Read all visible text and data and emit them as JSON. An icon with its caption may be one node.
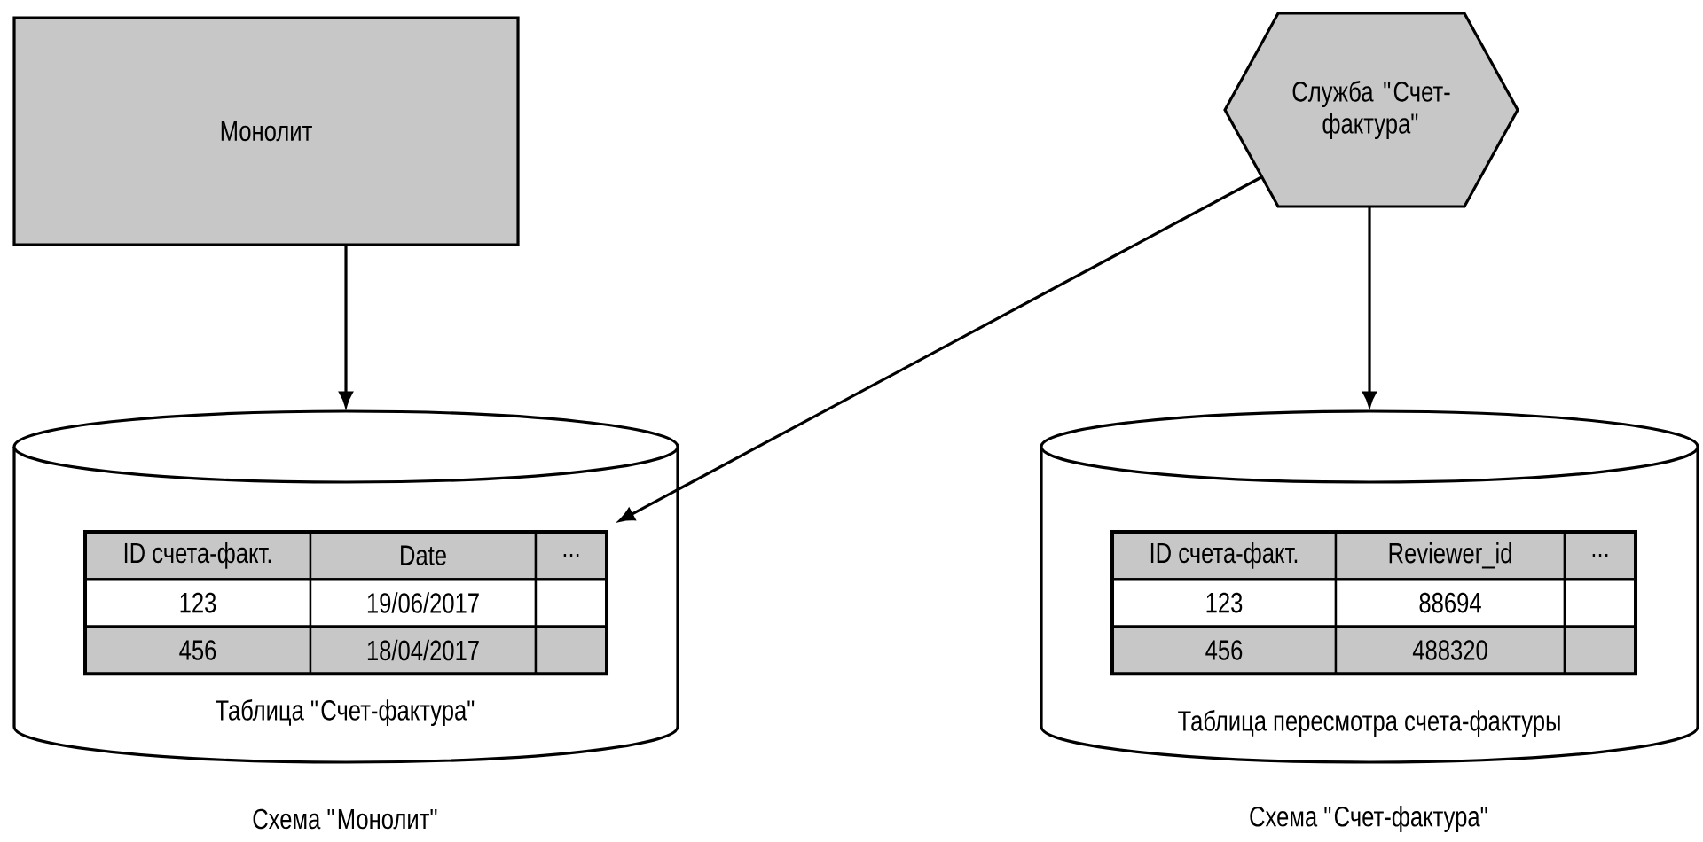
{
  "diagram": {
    "nodes": [
      {
        "text": [
          "Монолит"
        ]
      },
      {
        "text": [
          "Служба \"Счет-фактура\""
        ]
      },
      {
        "text": [
          "Таблица \"Счет-фактура\""
        ],
        "beside": [
          "Схема \"Монолит\""
        ]
      },
      {
        "text": [
          "ID счета-факт.",
          "Date",
          "...",
          "123",
          "19/06/2017",
          "456",
          "18/04/2017"
        ],
        "in": 2
      },
      {
        "text": [
          "Таблица пересмотра счета-фактуры"
        ],
        "beside": [
          "Схема \"Счет-фактура\""
        ]
      },
      {
        "text": [
          "ID счета-факт.",
          "Reviewer_id",
          "...",
          "123",
          "88694",
          "456",
          "488320"
        ],
        "in": 4
      }
    ],
    "edges": [
      {
        "from": 0,
        "to": 2,
        "arrow": "to"
      },
      {
        "from": 1,
        "to": 3,
        "arrow": "to"
      },
      {
        "from": 1,
        "to": 4,
        "arrow": "to"
      }
    ]
  }
}
